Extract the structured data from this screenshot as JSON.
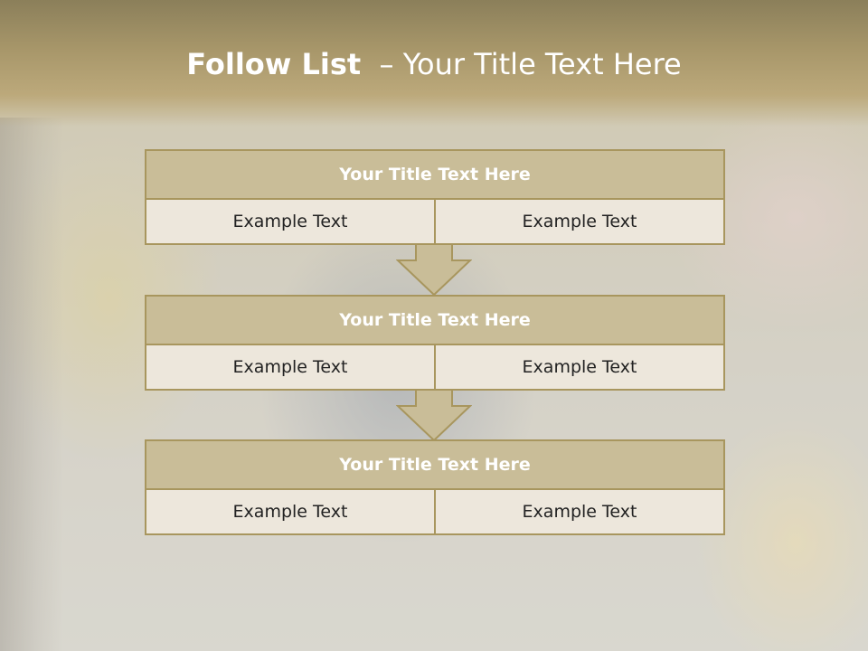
{
  "slide": {
    "title_bold": "Follow List",
    "title_rest": "– Your Title Text Here"
  },
  "blocks": [
    {
      "title": "Your Title Text Here",
      "cells": [
        "Example Text",
        "Example Text"
      ]
    },
    {
      "title": "Your Title Text Here",
      "cells": [
        "Example Text",
        "Example Text"
      ]
    },
    {
      "title": "Your Title Text Here",
      "cells": [
        "Example Text",
        "Example Text"
      ]
    }
  ],
  "colors": {
    "header": "#a8976a",
    "block_title_fill": "#c9bd98",
    "block_border": "#a8965e",
    "cell_fill": "#ede7dc"
  }
}
